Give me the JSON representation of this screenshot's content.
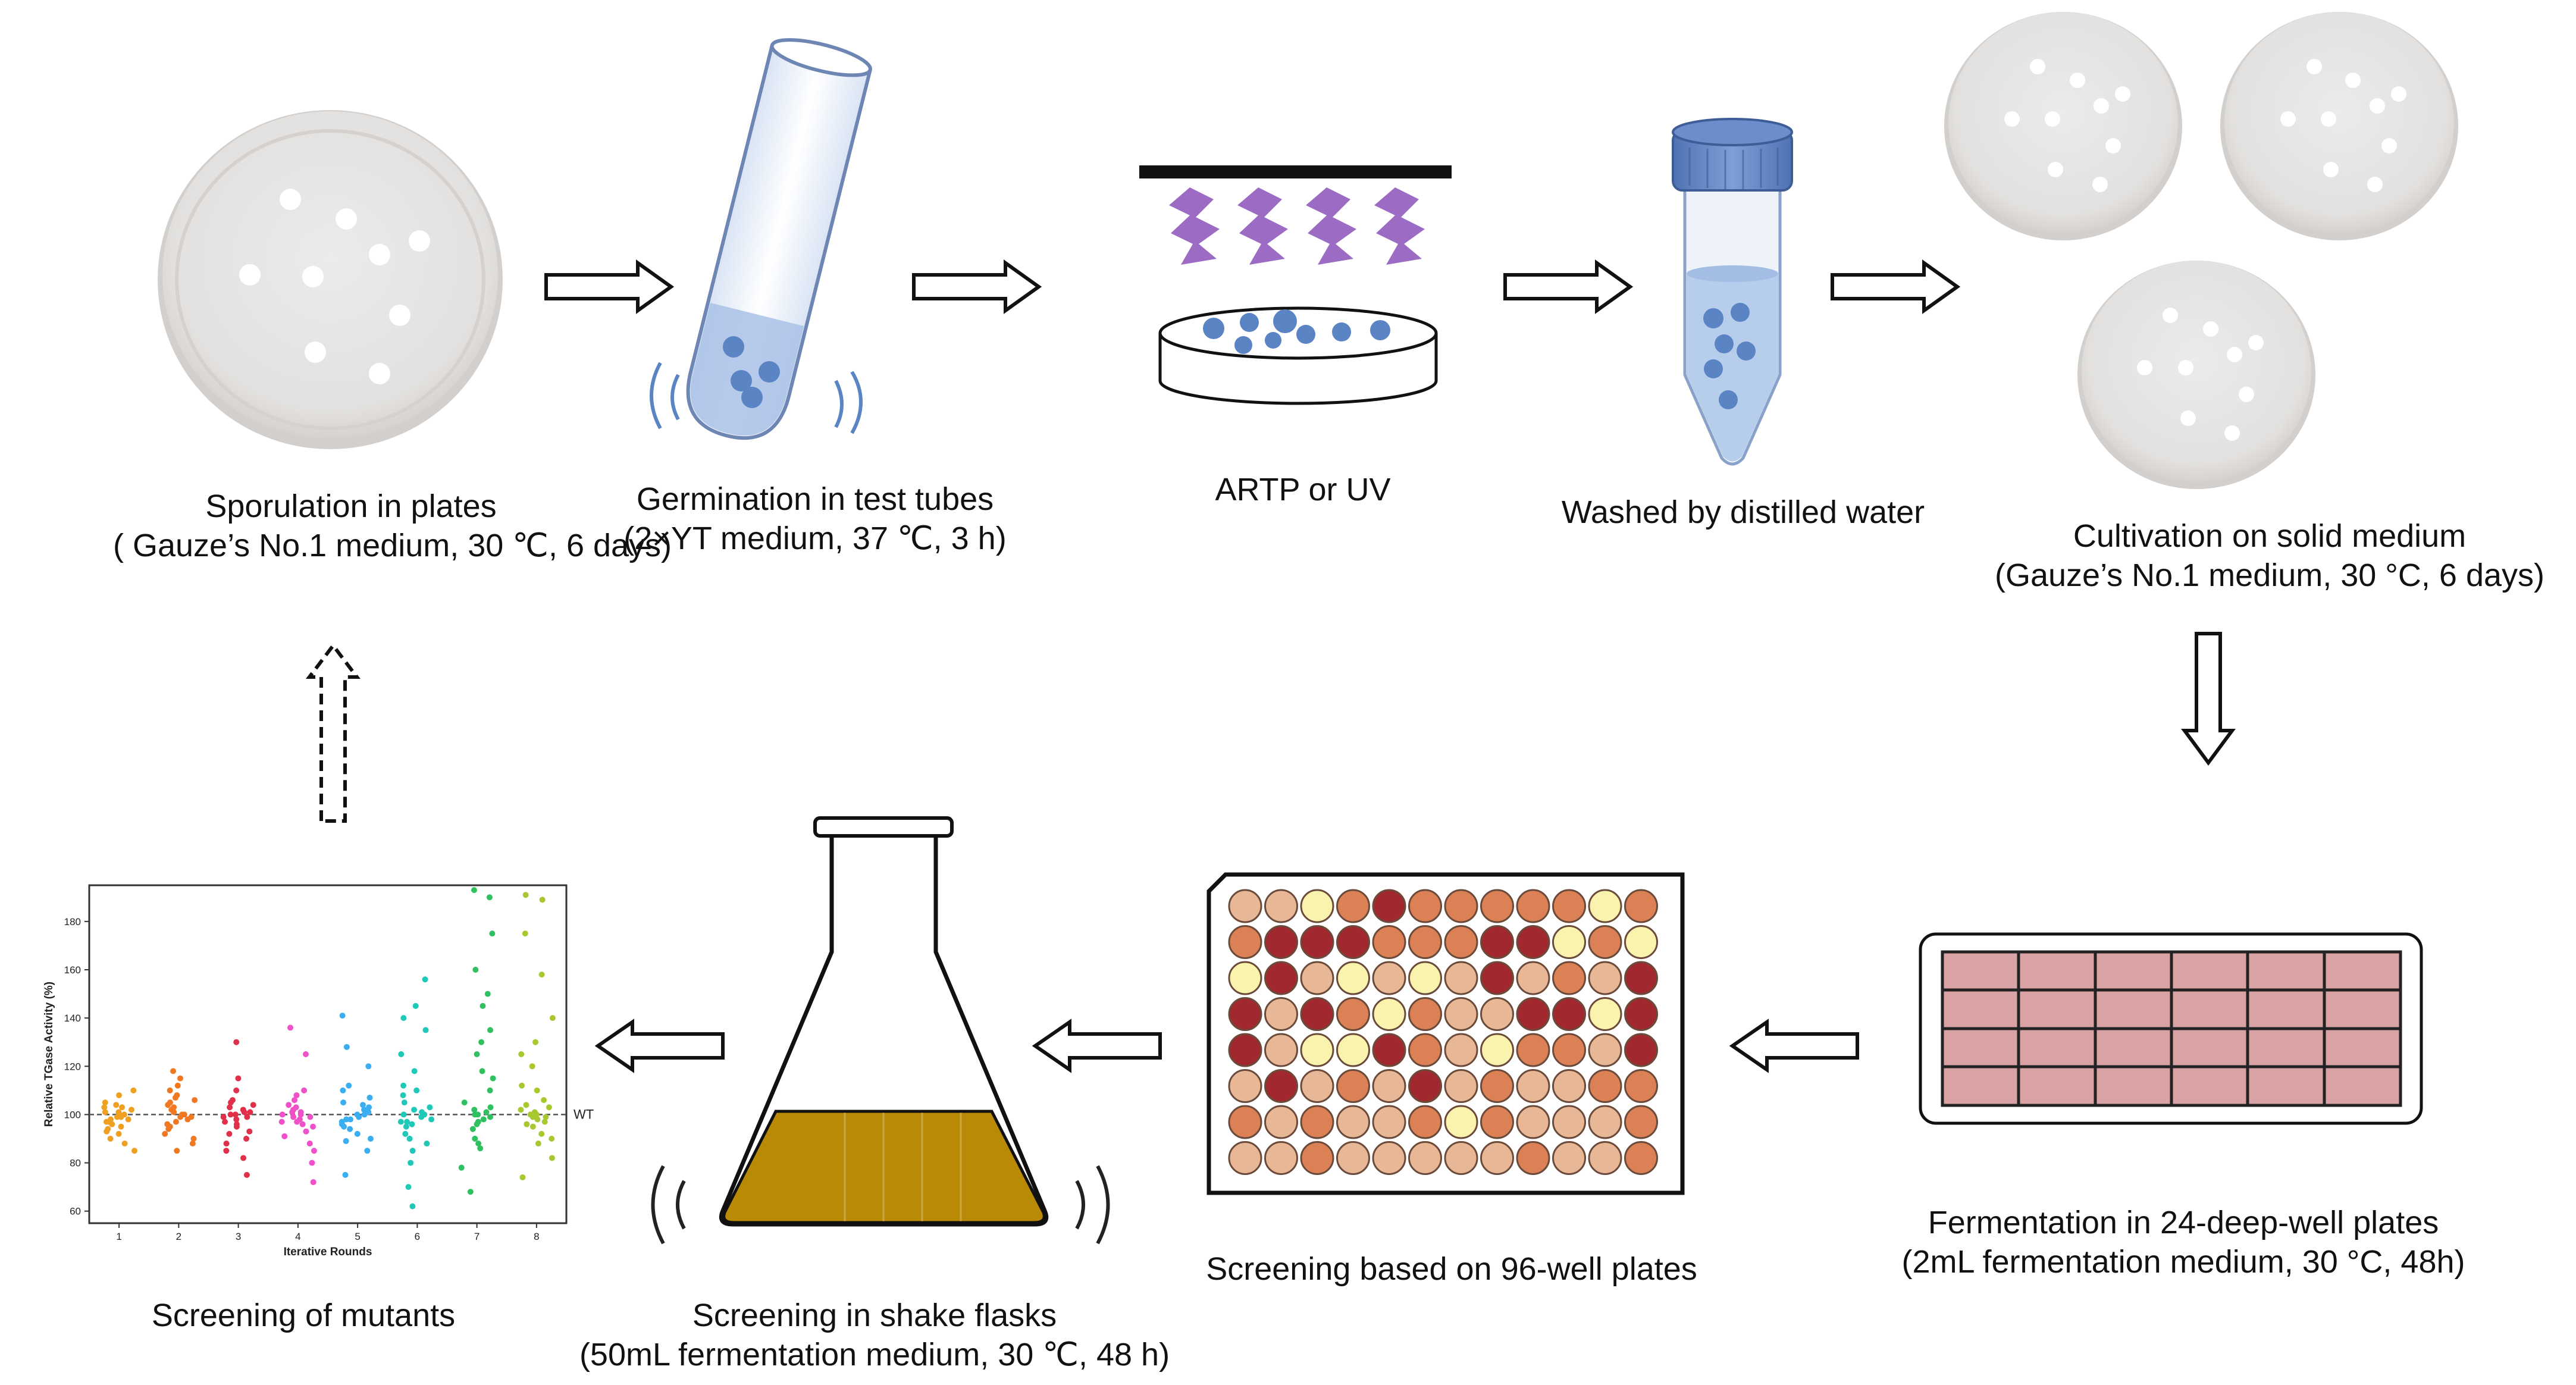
{
  "steps": {
    "sporulation": {
      "title": "Sporulation in plates",
      "detail": "( Gauze’s No.1 medium, 30 ℃, 6 days)"
    },
    "germination": {
      "title": "Germination in test tubes",
      "detail": "(2×YT medium, 37 ℃, 3 h)"
    },
    "mutagenesis": {
      "title": "ARTP or UV"
    },
    "washing": {
      "title": "Washed by distilled water"
    },
    "cultivation": {
      "title": "Cultivation on solid medium",
      "detail": "(Gauze’s No.1 medium, 30 °C, 6 days)"
    },
    "fermentation24": {
      "title": "Fermentation in 24-deep-well plates",
      "detail": "(2mL fermentation medium, 30 °C, 48h)"
    },
    "screening96": {
      "title": "Screening based on 96-well plates"
    },
    "shakeflask": {
      "title": "Screening in shake flasks",
      "detail": "(50mL fermentation medium, 30 ℃, 48 h)"
    },
    "mutants": {
      "title": "Screening of mutants"
    }
  },
  "colors": {
    "spore": "#5b84c4",
    "uv": "#9c6bc4",
    "plate": "#e6e4e2",
    "well_plate_24": "#d9a3a6",
    "broth": "#b98a05",
    "well_dark": "#a22830",
    "well_orange": "#dc8155",
    "well_peach": "#e8b896",
    "well_cream": "#f9f3ad"
  },
  "chart_data": {
    "type": "scatter",
    "title": "",
    "xlabel": "Iterative Rounds",
    "ylabel": "Relative TGase Activity (%)",
    "categories": [
      "1",
      "2",
      "3",
      "4",
      "5",
      "6",
      "7",
      "8"
    ],
    "xlim": [
      0.5,
      8.5
    ],
    "ylim": [
      55,
      195
    ],
    "yticks": [
      60,
      80,
      100,
      120,
      140,
      160,
      180
    ],
    "reference_line": {
      "y": 100,
      "label": "WT"
    },
    "series": [
      {
        "round": 1,
        "color": "#f0a020",
        "values": [
          92,
          95,
          97,
          98,
          99,
          100,
          101,
          102,
          103,
          104,
          96,
          98,
          100,
          105,
          108,
          90,
          88,
          94,
          99,
          101,
          97,
          103,
          110,
          85,
          93
        ]
      },
      {
        "round": 2,
        "color": "#f07820",
        "values": [
          85,
          90,
          94,
          97,
          99,
          100,
          102,
          104,
          106,
          108,
          110,
          115,
          118,
          96,
          98,
          101,
          103,
          92,
          88,
          105,
          99,
          112,
          95,
          100,
          107
        ]
      },
      {
        "round": 3,
        "color": "#e0304a",
        "values": [
          75,
          82,
          88,
          92,
          95,
          97,
          99,
          100,
          101,
          102,
          104,
          106,
          110,
          115,
          130,
          93,
          96,
          98,
          100,
          103,
          90,
          85,
          105,
          99,
          101
        ]
      },
      {
        "round": 4,
        "color": "#f050c8",
        "values": [
          72,
          80,
          88,
          93,
          96,
          98,
          100,
          101,
          102,
          104,
          106,
          110,
          125,
          136,
          95,
          97,
          99,
          100,
          103,
          91,
          85,
          108,
          99,
          101,
          97
        ]
      },
      {
        "round": 5,
        "color": "#3aaef0",
        "values": [
          75,
          85,
          90,
          94,
          96,
          98,
          100,
          102,
          104,
          107,
          112,
          120,
          128,
          141,
          95,
          97,
          99,
          101,
          103,
          89,
          92,
          110,
          98,
          100,
          105
        ]
      },
      {
        "round": 6,
        "color": "#20c8b8",
        "values": [
          62,
          70,
          80,
          88,
          92,
          95,
          97,
          99,
          100,
          102,
          105,
          110,
          118,
          125,
          135,
          145,
          156,
          96,
          98,
          100,
          101,
          90,
          85,
          112,
          103,
          140,
          108,
          97
        ]
      },
      {
        "round": 7,
        "color": "#30c060",
        "values": [
          68,
          78,
          86,
          90,
          94,
          97,
          99,
          100,
          102,
          105,
          110,
          118,
          125,
          135,
          145,
          160,
          175,
          190,
          193,
          96,
          98,
          101,
          103,
          88,
          115,
          130,
          150,
          100
        ]
      },
      {
        "round": 8,
        "color": "#a8c830",
        "values": [
          74,
          82,
          88,
          92,
          95,
          97,
          99,
          100,
          101,
          103,
          106,
          112,
          120,
          130,
          140,
          158,
          175,
          189,
          191,
          96,
          98,
          100,
          102,
          90,
          110,
          125,
          99,
          104
        ]
      }
    ]
  }
}
